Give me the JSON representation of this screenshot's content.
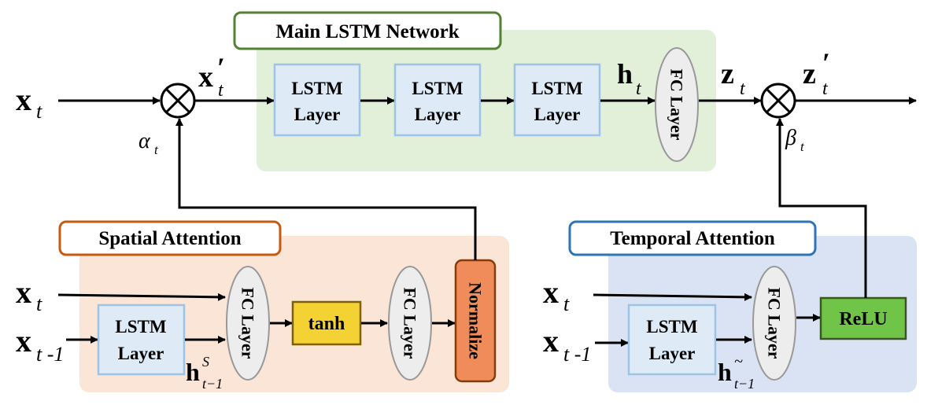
{
  "title_main": "Main LSTM Network",
  "title_spatial": "Spatial Attention",
  "title_temporal": "Temporal Attention",
  "lstm_line1": "LSTM",
  "lstm_line2": "Layer",
  "fc_label": "FC Layer",
  "tanh_label": "tanh",
  "normalize_label": "Normalize",
  "relu_label": "ReLU",
  "multiply_symbol": "⊗",
  "vars": {
    "x": "x",
    "t": "t",
    "t_minus_1": "t -1",
    "t_minus_1_sub": "t−1",
    "prime": "′",
    "h": "h",
    "z": "z",
    "alpha": "α",
    "beta": "β",
    "sup_s": "S",
    "sup_tilde": "~"
  },
  "colors": {
    "main_bg": "#e2efd9",
    "spatial_bg": "#fbe5d6",
    "temporal_bg": "#dae3f3",
    "main_border": "#548235",
    "spatial_border": "#c55a11",
    "temporal_border": "#2e75b6",
    "lstm_fill": "#deebf7",
    "lstm_border": "#9dc3e6",
    "fc_fill": "#ededed",
    "tanh_fill": "#f5d234",
    "normalize_fill": "#f08c5a",
    "relu_fill": "#70c447"
  }
}
